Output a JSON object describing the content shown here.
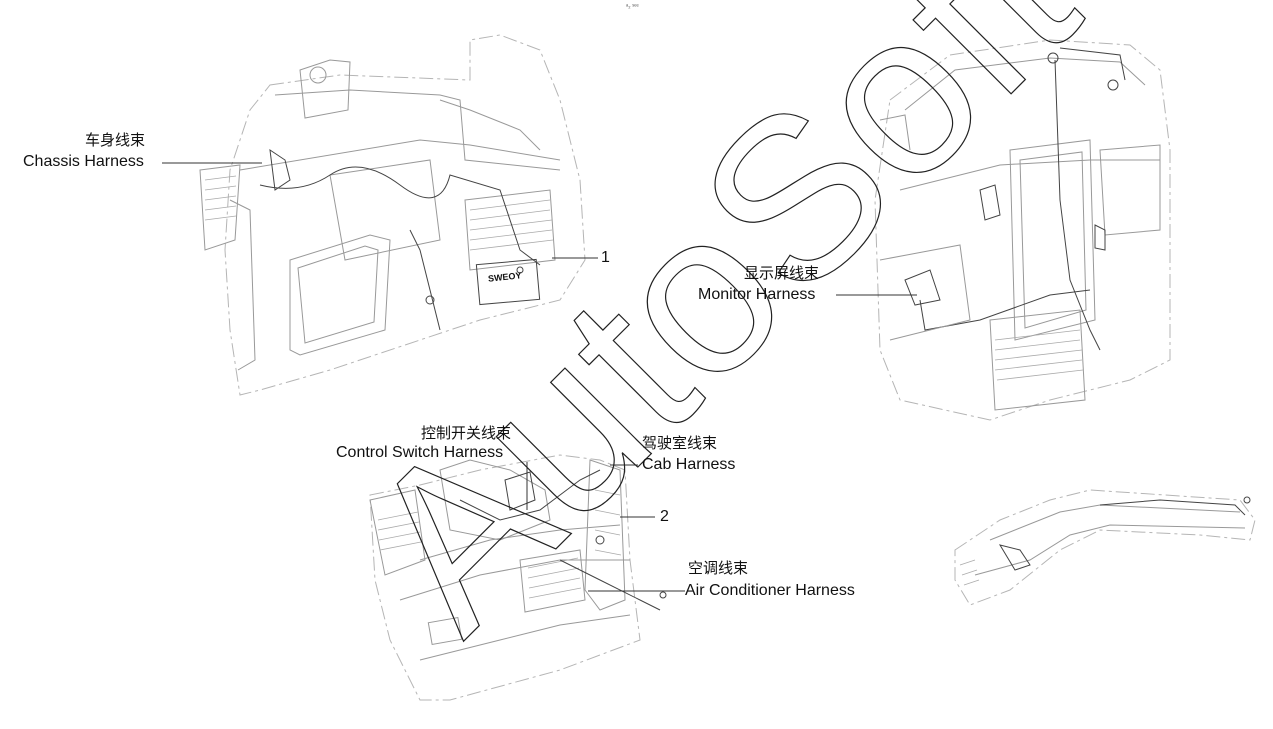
{
  "top_mark": "ᵃ₂ ˢᵉᵉ",
  "labels": {
    "chassis_cn": "车身线束",
    "chassis_en": "Chassis Harness",
    "monitor_cn": "显示屏线束",
    "monitor_en": "Monitor Harness",
    "control_cn": "控制开关线束",
    "control_en": "Control Switch Harness",
    "cab_cn": "驾驶室线束",
    "cab_en": "Cab Harness",
    "ac_cn": "空调线束",
    "ac_en": "Air Conditioner Harness",
    "callout_1": "1",
    "callout_2": "2",
    "battery_text": "SWEOY"
  },
  "watermark": "AutoSoft"
}
